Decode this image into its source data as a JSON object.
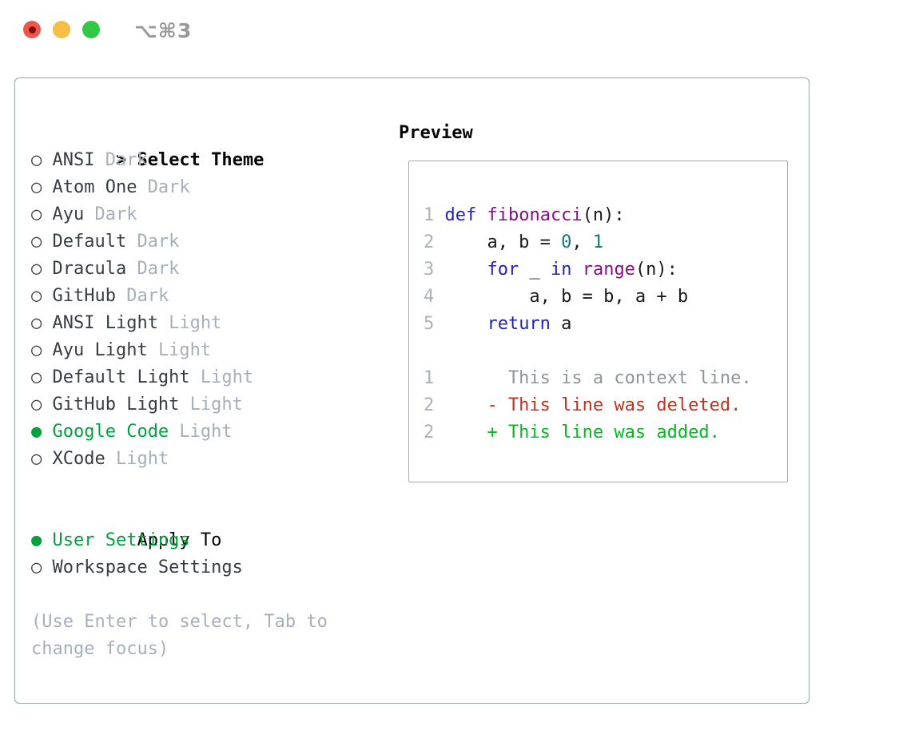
{
  "window": {
    "title": "⌥⌘3"
  },
  "icons": {
    "radio_unselected": "○",
    "radio_selected": "●",
    "focus_caret": ">"
  },
  "theme_panel": {
    "header": {
      "prefix": ">",
      "label": "Select Theme"
    },
    "items": [
      {
        "name": "ANSI",
        "variant": "Dark",
        "selected": false
      },
      {
        "name": "Atom One",
        "variant": "Dark",
        "selected": false
      },
      {
        "name": "Ayu",
        "variant": "Dark",
        "selected": false
      },
      {
        "name": "Default",
        "variant": "Dark",
        "selected": false
      },
      {
        "name": "Dracula",
        "variant": "Dark",
        "selected": false
      },
      {
        "name": "GitHub",
        "variant": "Dark",
        "selected": false
      },
      {
        "name": "ANSI Light",
        "variant": "Light",
        "selected": false
      },
      {
        "name": "Ayu Light",
        "variant": "Light",
        "selected": false
      },
      {
        "name": "Default Light",
        "variant": "Light",
        "selected": false
      },
      {
        "name": "GitHub Light",
        "variant": "Light",
        "selected": false
      },
      {
        "name": "Google Code",
        "variant": "Light",
        "selected": true
      },
      {
        "name": "XCode",
        "variant": "Light",
        "selected": false
      }
    ],
    "apply_to": {
      "label": "Apply To",
      "options": [
        {
          "name": "User Settings",
          "selected": true
        },
        {
          "name": "Workspace Settings",
          "selected": false
        }
      ]
    },
    "footer_lines": [
      "(Use Enter to select, Tab to",
      "change focus)"
    ]
  },
  "preview": {
    "title": "Preview",
    "lines": [
      {
        "num": "1",
        "kind": "code",
        "tokens": [
          [
            "kwd",
            "def"
          ],
          [
            "pln",
            " "
          ],
          [
            "typ",
            "fibonacci"
          ],
          [
            "pln",
            "(n):"
          ]
        ]
      },
      {
        "num": "2",
        "kind": "code",
        "tokens": [
          [
            "pln",
            "    a, b = "
          ],
          [
            "lit",
            "0"
          ],
          [
            "pln",
            ", "
          ],
          [
            "lit",
            "1"
          ]
        ]
      },
      {
        "num": "3",
        "kind": "code",
        "tokens": [
          [
            "pln",
            "    "
          ],
          [
            "kwd",
            "for"
          ],
          [
            "pln",
            " _ "
          ],
          [
            "kwd",
            "in"
          ],
          [
            "pln",
            " "
          ],
          [
            "typ",
            "range"
          ],
          [
            "pln",
            "(n):"
          ]
        ]
      },
      {
        "num": "4",
        "kind": "code",
        "tokens": [
          [
            "pln",
            "        a, b = b, a + b"
          ]
        ]
      },
      {
        "num": "5",
        "kind": "code",
        "tokens": [
          [
            "pln",
            "    "
          ],
          [
            "kwd",
            "return"
          ],
          [
            "pln",
            " a"
          ]
        ]
      },
      {
        "num": "",
        "kind": "blank",
        "tokens": []
      },
      {
        "num": "1",
        "kind": "diff-context",
        "tokens": [
          [
            "ctx",
            "      This is a context line."
          ]
        ]
      },
      {
        "num": "2",
        "kind": "diff-deleted",
        "tokens": [
          [
            "del",
            "    - This line was deleted."
          ]
        ]
      },
      {
        "num": "2",
        "kind": "diff-added",
        "tokens": [
          [
            "add",
            "    + This line was added."
          ]
        ]
      }
    ]
  },
  "colors": {
    "accent_green": "#00a23c",
    "diff_added_green": "#00bd1d",
    "diff_deleted_red": "#c5301c",
    "keyword_blue": "#2222b8",
    "type_purple": "#880e88",
    "literal_teal": "#0e7878",
    "muted_gray": "#a7aebc",
    "traffic_red": "#ee564b",
    "traffic_yellow": "#f7bd45",
    "traffic_green": "#32c745"
  }
}
